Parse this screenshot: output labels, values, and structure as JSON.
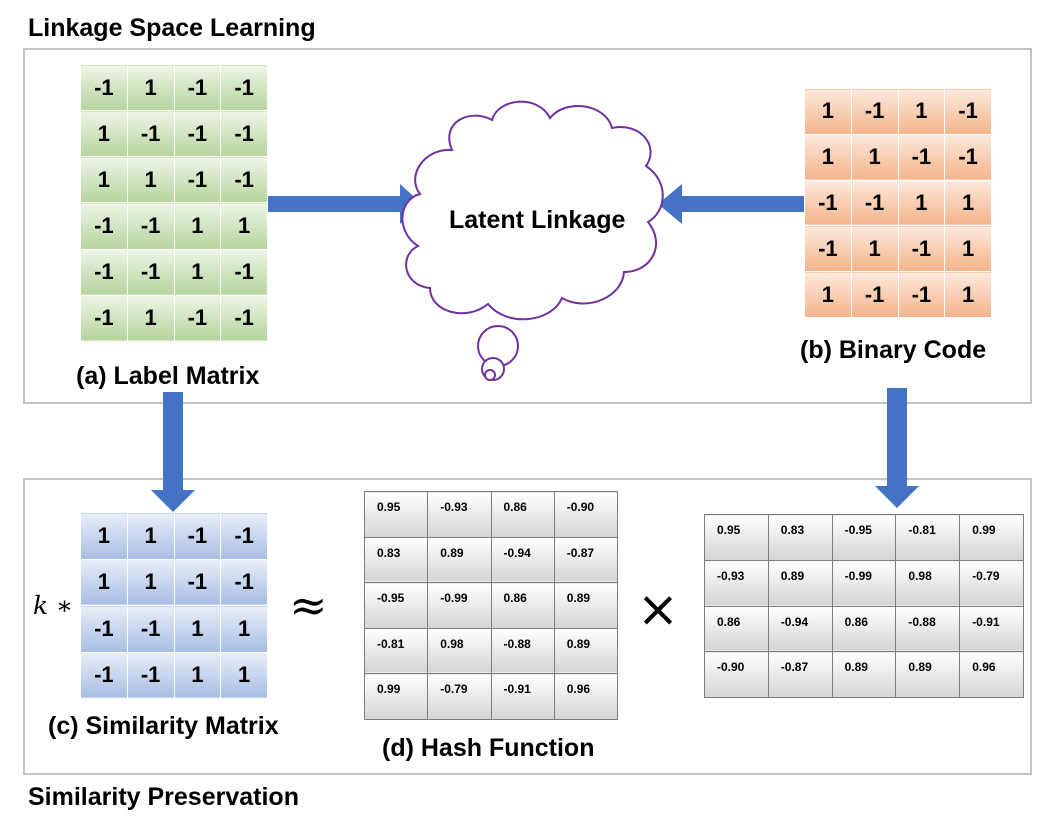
{
  "headings": {
    "top": "Linkage Space Learning",
    "bottom": "Similarity Preservation"
  },
  "label_matrix": {
    "caption": "(a) Label Matrix",
    "rows": [
      [
        "-1",
        "1",
        "-1",
        "-1"
      ],
      [
        "1",
        "-1",
        "-1",
        "-1"
      ],
      [
        "1",
        "1",
        "-1",
        "-1"
      ],
      [
        "-1",
        "-1",
        "1",
        "1"
      ],
      [
        "-1",
        "-1",
        "1",
        "-1"
      ],
      [
        "-1",
        "1",
        "-1",
        "-1"
      ]
    ],
    "color": "#a9cf8e"
  },
  "binary_code": {
    "caption": "(b) Binary Code",
    "rows": [
      [
        "1",
        "-1",
        "1",
        "-1"
      ],
      [
        "1",
        "1",
        "-1",
        "-1"
      ],
      [
        "-1",
        "-1",
        "1",
        "1"
      ],
      [
        "-1",
        "1",
        "-1",
        "1"
      ],
      [
        "1",
        "-1",
        "-1",
        "1"
      ]
    ],
    "color": "#f4b183"
  },
  "cloud": {
    "label": "Latent Linkage",
    "color": "#7030a0"
  },
  "similarity_matrix": {
    "caption": "(c) Similarity Matrix",
    "prefix": "k ∗",
    "rows": [
      [
        "1",
        "1",
        "-1",
        "-1"
      ],
      [
        "1",
        "1",
        "-1",
        "-1"
      ],
      [
        "-1",
        "-1",
        "1",
        "1"
      ],
      [
        "-1",
        "-1",
        "1",
        "1"
      ]
    ],
    "color": "#a4bce6"
  },
  "operators": {
    "approx": "≈",
    "times": "×"
  },
  "hash_function": {
    "caption": "(d) Hash Function",
    "rows": [
      [
        "0.95",
        "-0.93",
        "0.86",
        "-0.90"
      ],
      [
        "0.83",
        "0.89",
        "-0.94",
        "-0.87"
      ],
      [
        "-0.95",
        "-0.99",
        "0.86",
        "0.89"
      ],
      [
        "-0.81",
        "0.98",
        "-0.88",
        "0.89"
      ],
      [
        "0.99",
        "-0.79",
        "-0.91",
        "0.96"
      ]
    ]
  },
  "hash_transpose": {
    "rows": [
      [
        "0.95",
        "0.83",
        "-0.95",
        "-0.81",
        "0.99"
      ],
      [
        "-0.93",
        "0.89",
        "-0.99",
        "0.98",
        "-0.79"
      ],
      [
        "0.86",
        "-0.94",
        "0.86",
        "-0.88",
        "-0.91"
      ],
      [
        "-0.90",
        "-0.87",
        "0.89",
        "0.89",
        "0.96"
      ]
    ]
  },
  "arrow_color": "#4472c4"
}
